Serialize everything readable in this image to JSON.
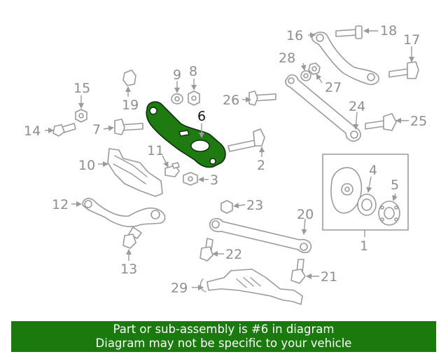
{
  "callouts": {
    "c1": "1",
    "c2": "2",
    "c3": "3",
    "c4": "4",
    "c5": "5",
    "c6": "6",
    "c7": "7",
    "c8": "8",
    "c9": "9",
    "c10": "10",
    "c11": "11",
    "c12": "12",
    "c13": "13",
    "c14": "14",
    "c15": "15",
    "c16": "16",
    "c17": "17",
    "c18": "18",
    "c19": "19",
    "c20": "20",
    "c21": "21",
    "c22": "22",
    "c23": "23",
    "c24": "24",
    "c25": "25",
    "c26": "26",
    "c27": "27",
    "c28": "28",
    "c29": "29"
  },
  "highlight": {
    "part_number": "6",
    "color": "#1a7a0e"
  },
  "banner": {
    "line1": "Part or sub-assembly is #6 in diagram",
    "line2": "Diagram may not be specific to your vehicle"
  }
}
